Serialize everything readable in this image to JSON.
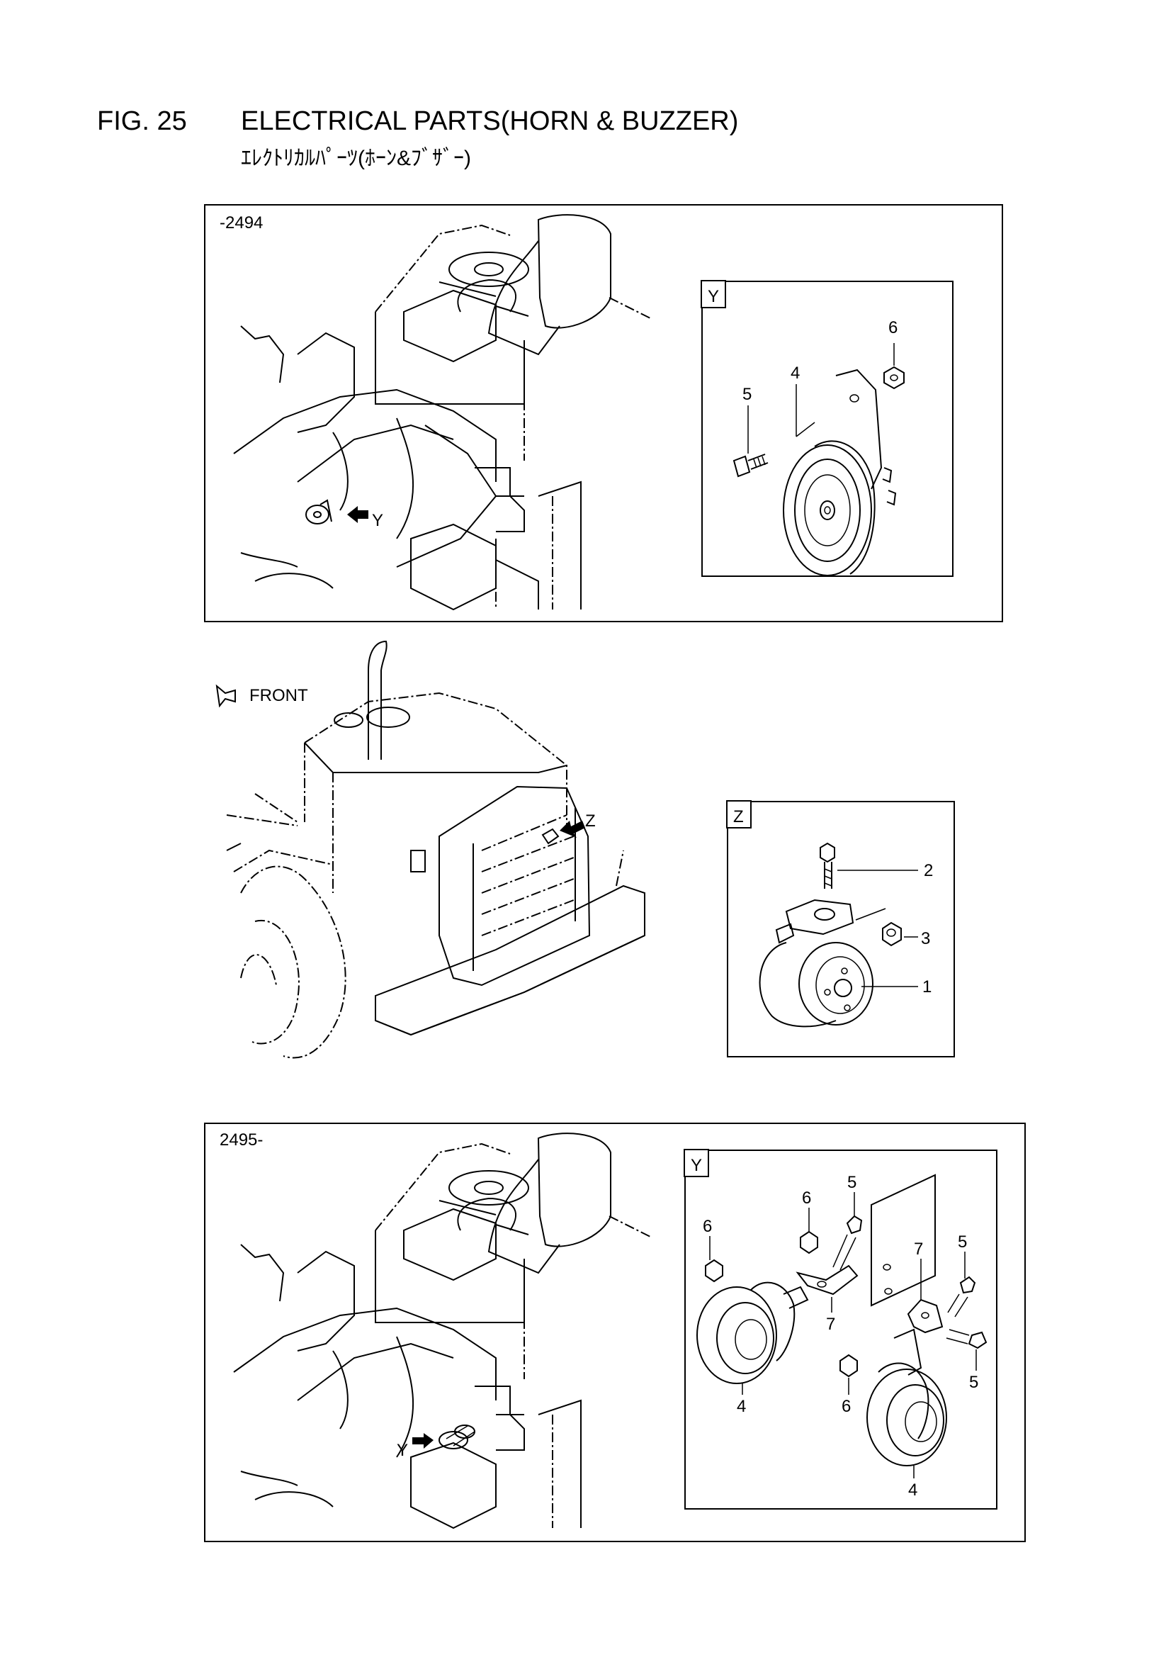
{
  "header": {
    "fig_number": "FIG. 25",
    "title": "ELECTRICAL PARTS(HORN & BUZZER)",
    "subtitle": "ｴﾚｸﾄﾘｶﾙﾊﾟｰﾂ(ﾎｰﾝ&ﾌﾞｻﾞｰ)"
  },
  "panel_top": {
    "serial_label": "-2494",
    "arrow_label": "Y",
    "detail": {
      "view_label": "Y",
      "callouts": [
        "6",
        "4",
        "5"
      ]
    }
  },
  "middle": {
    "front_label": "FRONT",
    "arrow_label": "Z",
    "detail": {
      "view_label": "Z",
      "callouts": [
        "2",
        "3",
        "1"
      ]
    }
  },
  "panel_bottom": {
    "serial_label": "2495-",
    "arrow_label": "Y",
    "detail": {
      "view_label": "Y",
      "callouts": [
        "6",
        "5",
        "6",
        "7",
        "5",
        "7",
        "5",
        "6",
        "4",
        "4"
      ]
    }
  }
}
